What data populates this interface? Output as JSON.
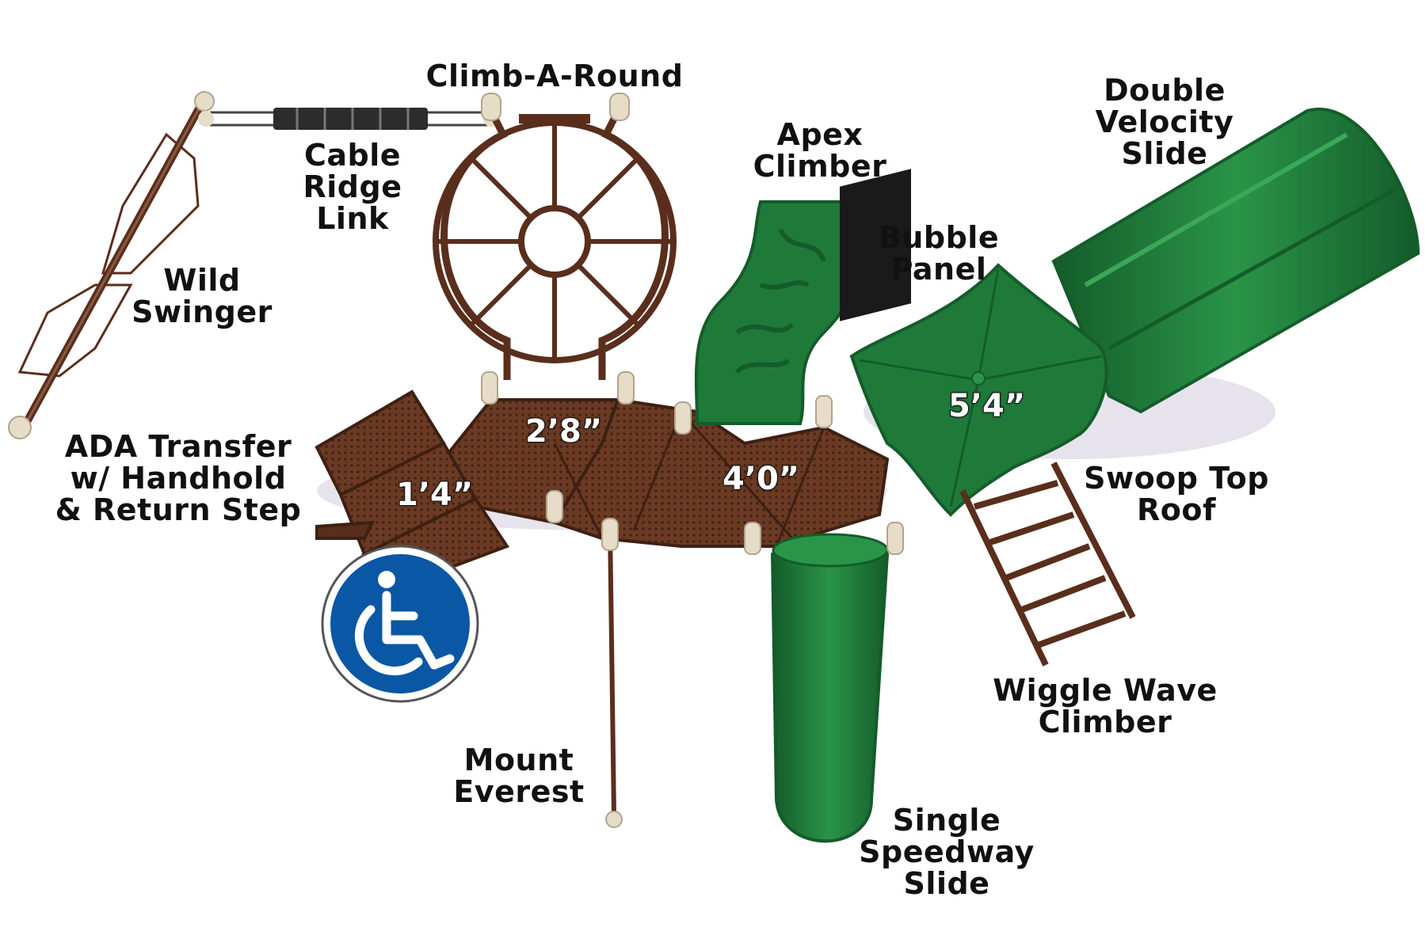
{
  "colors": {
    "post": "#5a2e1c",
    "deck": "#6b3a24",
    "slide_green": "#1f7a3a",
    "slide_dark": "#145c2a",
    "cap_tan": "#e6dcc8",
    "ada_blue": "#0a57a5"
  },
  "components": {
    "climb_a_round": "Climb-A-Round",
    "cable_ridge_link": "Cable Ridge\nLink",
    "wild_swinger": "Wild\nSwinger",
    "apex_climber": "Apex\nClimber",
    "double_velocity_slide": "Double\nVelocity\nSlide",
    "bubble_panel": "Bubble\nPanel",
    "ada_transfer": "ADA Transfer\nw/ Handhold\n& Return Step",
    "swoop_top_roof": "Swoop Top\nRoof",
    "wiggle_wave_climber": "Wiggle Wave\nClimber",
    "mount_everest": "Mount\nEverest",
    "single_speedway_slide": "Single\nSpeedway\nSlide"
  },
  "deck_heights": {
    "transfer": "1’4”",
    "deck_low": "2’8”",
    "deck_mid": "4’0”",
    "roof_deck": "5’4”"
  },
  "icons": {
    "accessibility": "wheelchair-icon"
  }
}
